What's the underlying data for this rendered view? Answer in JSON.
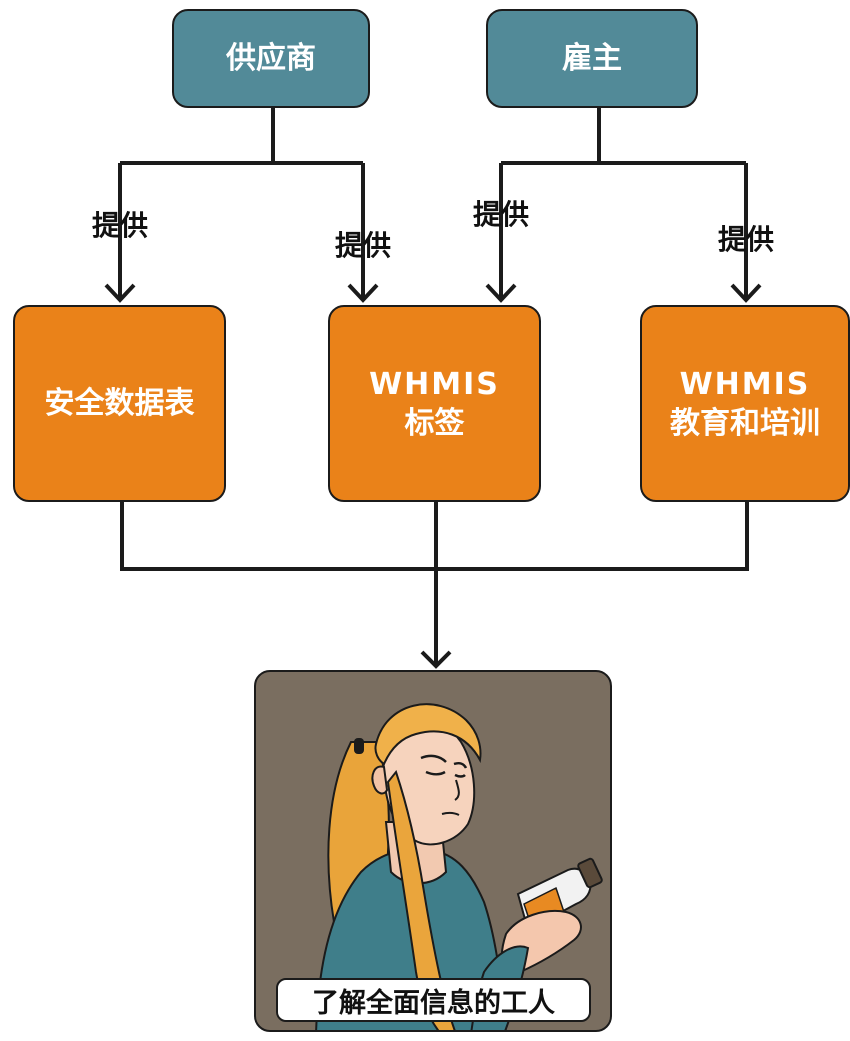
{
  "sources": [
    {
      "id": "supplier",
      "label": "供应商"
    },
    {
      "id": "employer",
      "label": "雇主"
    }
  ],
  "edge_label": "提供",
  "resources": [
    {
      "id": "sds",
      "lines": [
        "安全数据表"
      ]
    },
    {
      "id": "label",
      "lines": [
        "WHMIS",
        "标签"
      ]
    },
    {
      "id": "training",
      "lines": [
        "WHMIS",
        "教育和培训"
      ]
    }
  ],
  "edges": [
    {
      "from": "supplier",
      "to": "sds",
      "label": "提供"
    },
    {
      "from": "supplier",
      "to": "label",
      "label": "提供"
    },
    {
      "from": "employer",
      "to": "label",
      "label": "提供"
    },
    {
      "from": "employer",
      "to": "training",
      "label": "提供"
    },
    {
      "from": "sds",
      "to": "worker"
    },
    {
      "from": "label",
      "to": "worker"
    },
    {
      "from": "training",
      "to": "worker"
    }
  ],
  "worker": {
    "caption": "了解全面信息的工人",
    "image": "woman-reading-bottle-label"
  },
  "colors": {
    "source_fill": "#528a98",
    "resource_fill": "#ea8219",
    "worker_panel": "#7a6e60",
    "line": "#1b1b1b"
  }
}
